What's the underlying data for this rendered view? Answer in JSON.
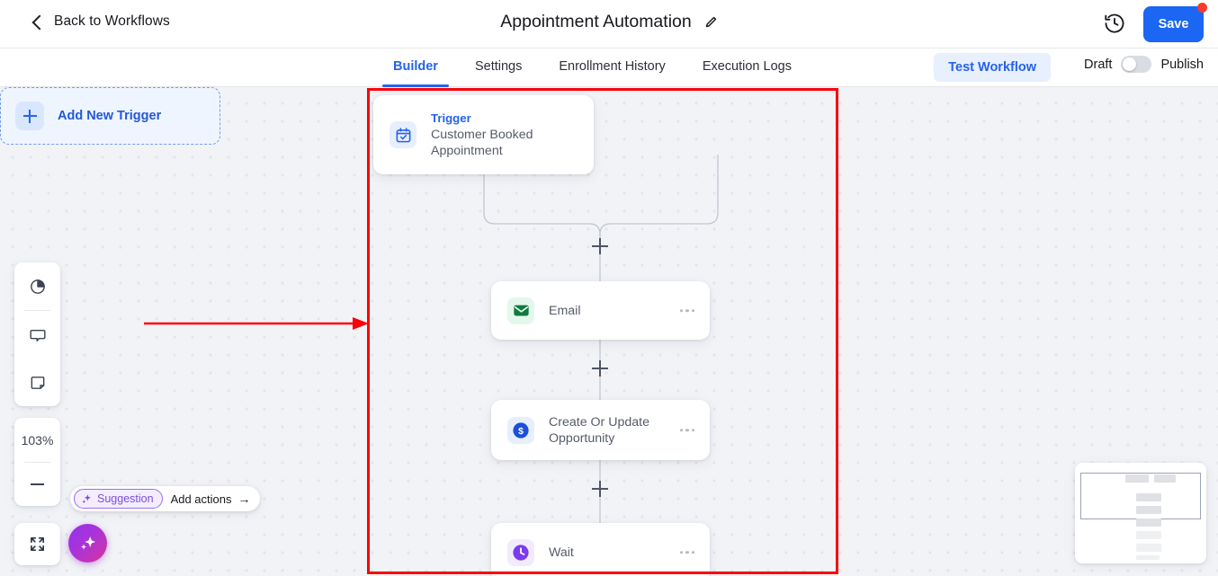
{
  "header": {
    "back_label": "Back to Workflows",
    "back_icon": "chevron-left-icon",
    "title": "Appointment Automation",
    "edit_icon": "pencil-icon",
    "history_icon": "clock-history-icon",
    "save_label": "Save",
    "save_badge": "",
    "accent_color": "#1b66f2",
    "badge_color": "#f93a2f"
  },
  "tabbar": {
    "tabs": [
      {
        "label": "Builder",
        "active": true
      },
      {
        "label": "Settings",
        "active": false
      },
      {
        "label": "Enrollment History",
        "active": false
      },
      {
        "label": "Execution Logs",
        "active": false
      }
    ],
    "test_workflow_label": "Test Workflow",
    "draft_label": "Draft",
    "publish_label": "Publish",
    "toggle_state": "draft",
    "active_tab_color": "#2563eb"
  },
  "canvas": {
    "background_color": "#f1f3f7",
    "dot_color": "#e3e5ea",
    "nodes": [
      {
        "id": "trigger",
        "kicker": "Trigger",
        "title_line1": "Customer Booked",
        "title_line2": "Appointment",
        "icon": "calendar-check-icon",
        "icon_bg": "#e7effd",
        "icon_color": "#2563eb"
      },
      {
        "id": "add-trigger",
        "label": "Add New Trigger",
        "icon": "plus-icon",
        "icon_bg": "#d9e7fd",
        "icon_color": "#2563eb"
      },
      {
        "id": "email",
        "title": "Email",
        "icon": "envelope-icon",
        "icon_bg": "#e4f7ec",
        "icon_color": "#0f7a3d",
        "menu_icon": "more-horizontal-icon"
      },
      {
        "id": "opportunity",
        "title_line1": "Create Or Update",
        "title_line2": "Opportunity",
        "icon": "dollar-circle-icon",
        "icon_bg": "#e7effd",
        "icon_color": "#1b4fd8",
        "menu_icon": "more-horizontal-icon"
      },
      {
        "id": "wait",
        "title": "Wait",
        "icon": "clock-icon",
        "icon_bg": "#f1ebfd",
        "icon_color": "#7c3aed",
        "menu_icon": "more-horizontal-icon"
      }
    ],
    "add_step_icon": "plus-icon"
  },
  "toolbar": {
    "items": [
      {
        "icon": "pie-chart-icon",
        "name": "analytics"
      },
      {
        "icon": "comment-icon",
        "name": "comments"
      },
      {
        "icon": "note-icon",
        "name": "notes"
      }
    ],
    "zoom_level": "103%",
    "zoom_out_icon": "minus-icon",
    "fit_icon": "fullscreen-icon"
  },
  "suggestion": {
    "pill_label": "Suggestion",
    "pill_icon": "sparkles-icon",
    "action_label": "Add actions",
    "action_icon": "arrow-right-icon",
    "fab_icon": "sparkles-icon",
    "pill_color": "#7c4ddd"
  },
  "minimap": {
    "name": "canvas-minimap"
  },
  "annotation": {
    "color": "#fb0007",
    "rect_name": "highlight-rectangle",
    "arrow_name": "pointer-arrow"
  }
}
